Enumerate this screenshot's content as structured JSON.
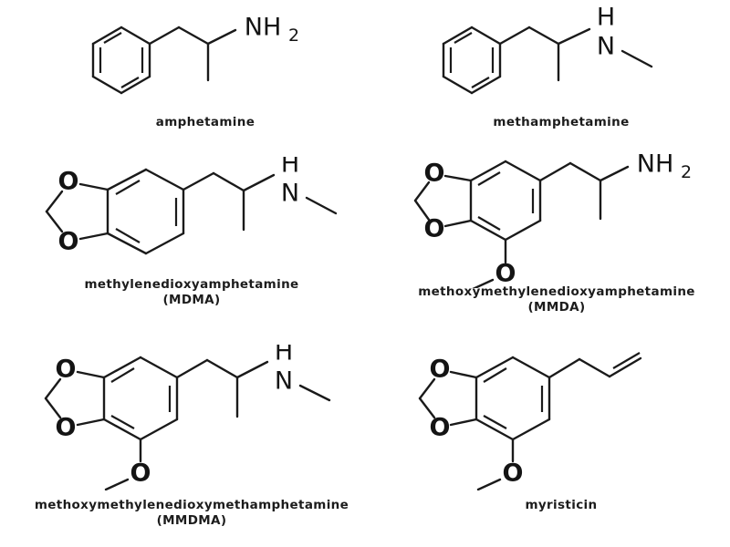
{
  "figure": {
    "title": "amphetamine-type chemical structures",
    "background_color": "#ffffff",
    "bond_color": "#1a1a1a",
    "text_color": "#1c1c1c",
    "columns": 2,
    "rows": 3
  },
  "structures": [
    {
      "id": "amphetamine",
      "caption": "amphetamine",
      "caption_line2": "",
      "atom_labels": [
        "NH",
        "2"
      ],
      "nh2_label": "NH",
      "nh2_sub": "2",
      "features": "benzene ring, propan-2-amine side chain, primary amine"
    },
    {
      "id": "methamphetamine",
      "caption": "methamphetamine",
      "caption_line2": "",
      "atom_labels": [
        "H",
        "N"
      ],
      "h_label": "H",
      "n_label": "N",
      "features": "benzene ring, propan-2-amine side chain, N-methyl secondary amine"
    },
    {
      "id": "mdma",
      "caption": "methylenedioxyamphetamine",
      "caption_line2": "(MDMA)",
      "atom_labels": [
        "O",
        "O",
        "H",
        "N"
      ],
      "o_top_label": "O",
      "o_bottom_label": "O",
      "h_label": "H",
      "n_label": "N",
      "features": "benzodioxole ring, propan-2-amine side chain, N-methyl secondary amine"
    },
    {
      "id": "mmda",
      "caption": "methoxymethylenedioxyamphetamine",
      "caption_line2": "(MMDA)",
      "atom_labels": [
        "O",
        "O",
        "O",
        "NH",
        "2"
      ],
      "o_top_label": "O",
      "o_bottom_label": "O",
      "o_methoxy_label": "O",
      "nh2_label": "NH",
      "nh2_sub": "2",
      "features": "benzodioxole ring with methoxy substituent, propan-2-amine side chain, primary amine"
    },
    {
      "id": "mmdma",
      "caption": "methoxymethylenedioxymethamphetamine",
      "caption_line2": "(MMDMA)",
      "atom_labels": [
        "O",
        "O",
        "O",
        "H",
        "N"
      ],
      "o_top_label": "O",
      "o_bottom_label": "O",
      "o_methoxy_label": "O",
      "h_label": "H",
      "n_label": "N",
      "features": "benzodioxole ring with methoxy substituent, propan-2-amine side chain, N-methyl secondary amine"
    },
    {
      "id": "myristicin",
      "caption": "myristicin",
      "caption_line2": "",
      "atom_labels": [
        "O",
        "O",
        "O"
      ],
      "o_top_label": "O",
      "o_bottom_label": "O",
      "o_methoxy_label": "O",
      "features": "benzodioxole ring with methoxy substituent, allyl side chain with terminal double bond"
    }
  ]
}
